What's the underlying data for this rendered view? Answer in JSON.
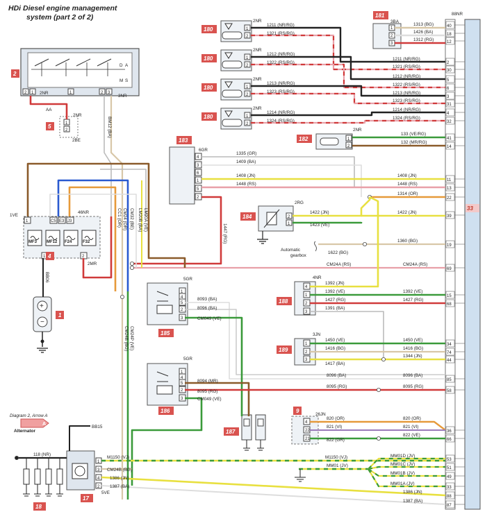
{
  "title": {
    "line1": "HDi Diesel engine management",
    "line2": "system (part 2 of 2)"
  },
  "components": {
    "c2": {
      "badge": "2",
      "connector_left": "2NR",
      "connector_right": "3NR",
      "pins": [
        "2",
        "1",
        "1",
        "2",
        "3"
      ],
      "labels": [
        "D",
        "A",
        "M",
        "S"
      ]
    },
    "c5": {
      "badge": "5",
      "connector_top": "2NR",
      "connector_bottom": "2BE",
      "pins": [
        "1",
        "2"
      ]
    },
    "c4": {
      "badge": "4",
      "connector_left": "1VE",
      "connector_top": "46NR",
      "connector_bottom": "2MR",
      "fuses": [
        "MF3",
        "MF12",
        "F24",
        "F32"
      ],
      "pins": [
        "1",
        "C5",
        "E3",
        "J3",
        "2",
        "1"
      ]
    },
    "c1": {
      "badge": "1"
    },
    "c183": {
      "badge": "183",
      "connector": "6GR",
      "pins": [
        "4",
        "3",
        "6",
        "1",
        "5",
        "2"
      ]
    },
    "c184": {
      "badge": "184",
      "connector": "2RG",
      "pins": [
        "2",
        "1"
      ]
    },
    "c185": {
      "badge": "185",
      "connector": "5GR",
      "pins": [
        "1",
        "4",
        "5",
        "2",
        "3"
      ]
    },
    "c186": {
      "badge": "186",
      "connector": "5GR",
      "pins": [
        "1",
        "4",
        "5",
        "2",
        "3"
      ]
    },
    "c187": {
      "badge": "187"
    },
    "c188": {
      "badge": "188",
      "connector": "4NR",
      "pins": [
        "4",
        "1",
        "2",
        "3"
      ]
    },
    "c189": {
      "badge": "189",
      "connector": "3JN",
      "pins": [
        "1",
        "2",
        "3"
      ]
    },
    "c9": {
      "badge": "9",
      "connector": "26JN",
      "pins": [
        "4",
        "22",
        "21"
      ]
    },
    "c17": {
      "badge": "17",
      "connector": "5VE",
      "pins": [
        "1",
        "3",
        "4",
        "2"
      ]
    },
    "c18": {
      "badge": "18"
    },
    "c180": {
      "badge": "180",
      "connector": "2NR",
      "pins": [
        "1",
        "2"
      ]
    },
    "c181": {
      "badge": "181",
      "connector": "3BA",
      "pins": [
        "1",
        "2",
        "3"
      ]
    },
    "c182": {
      "badge": "182",
      "connector": "2NR",
      "pins": [
        "1",
        "2"
      ]
    },
    "c33": {
      "badge": "33",
      "connector": "88NR"
    }
  },
  "ecu_pins": [
    "40",
    "18",
    "12",
    "2",
    "30",
    "5",
    "6",
    "3",
    "31",
    "4",
    "32",
    "41",
    "14",
    "11",
    "13",
    "22",
    "39",
    "19",
    "69",
    "15",
    "68",
    "34",
    "74",
    "44",
    "85",
    "58",
    "36",
    "66",
    "53",
    "51",
    "49",
    "33",
    "88",
    "87"
  ],
  "wires": {
    "w1313": "1313 (BG)",
    "w1426": "1426 (BA)",
    "w1312": "1312 (RG)",
    "w1211": "1211 (NR/RG)",
    "w1321": "1321 (RS/RG)",
    "w1212": "1212 (NR/RG)",
    "w1322": "1322 (RS/RG)",
    "w1213": "1213 (NR/RG)",
    "w1323": "1323 (RS/RG)",
    "w1214": "1214 (NR/RG)",
    "w1324": "1324 (RS/RG)",
    "w133": "133 (VE/RG)",
    "w132": "132 (MR/RG)",
    "w1335": "1335 (GR)",
    "w1409": "1409 (BA)",
    "w1408": "1408 (JN)",
    "w1448": "1448 (RS)",
    "w1314": "1314 (OR)",
    "w1447": "1447 (RG)",
    "w1422": "1422 (JN)",
    "w1423": "1423 (VE)",
    "w1622": "1622 (BG)",
    "w1360": "1360 (BG)",
    "wCM24A": "CM24A (RS)",
    "w1392": "1392 (JN)",
    "w1392ve": "1392 (VE)",
    "w1427": "1427 (RG)",
    "w1391": "1391 (BA)",
    "w1450": "1450 (VE)",
    "w1416": "1416 (BG)",
    "w1417": "1417 (BA)",
    "w1344": "1344 (JN)",
    "w8093": "8093 (BA)",
    "w8096": "8096 (BA)",
    "wCM049": "CM049 (VE)",
    "w8094": "8094 (MR)",
    "w8095": "8095 (RG)",
    "w820": "820 (OR)",
    "w821": "821 (VI)",
    "w822": "822 (GR)",
    "w822ve": "822 (VE)",
    "wM1150": "M1150 (VJ)",
    "wMM01": "MM01 (JV)",
    "wMM01D": "MM01D (JV)",
    "wMM01C": "MM01C (JV)",
    "wMM01B": "MM01B (JV)",
    "wMM01A": "MM01A (JV)",
    "wCM24B": "CM24B (BG)",
    "w1386": "1386 (JN)",
    "w1387": "1387 (BA)",
    "w118": "118 (NR)",
    "wBB15": "BB15",
    "wBB06": "BB06",
    "wAA": "AA",
    "wBM12": "BM12 (BA)",
    "wCC1": "CC1 (OR)",
    "wCM24": "CM24 (OR)",
    "wCM32": "CM32 (BE)",
    "wLM20B": "LM20B (BA)",
    "wLM20A": "LM20A (VE)",
    "wCM24Bv": "CM24B (BG)",
    "wCM24P": "CM24P (VE)"
  },
  "labels": {
    "automatic_gearbox_1": "Automatic",
    "automatic_gearbox_2": "gearbox",
    "diagram_ref": "Diagram 2, Arrow A",
    "arrow_letter": "A",
    "alternator": "Alternator"
  },
  "colors": {
    "badge_red": "#d9534f",
    "ecu_fill": "#cfe0f0",
    "wire_yellow": "#e8e040",
    "wire_green": "#3a9a3a",
    "wire_red": "#d03a3a",
    "wire_brown": "#8a5a2a",
    "wire_blue": "#2a5ad0",
    "wire_orange": "#e69a3a",
    "wire_pink": "#e8a0a8"
  }
}
